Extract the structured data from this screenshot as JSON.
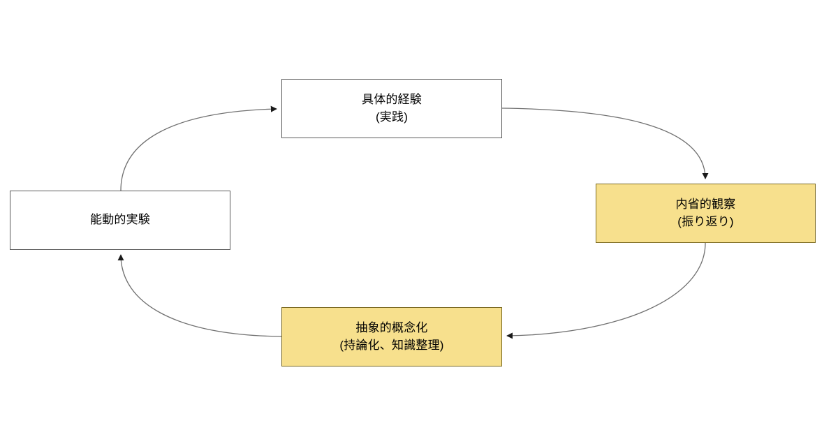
{
  "diagram": {
    "type": "cycle",
    "background_color": "#ffffff",
    "edge_color": "#707070",
    "nodes": [
      {
        "id": "concrete-experience",
        "title": "具体的経験",
        "subtitle": "(実践)",
        "fill": "#ffffff",
        "stroke": "#5a5a5a"
      },
      {
        "id": "reflective-observation",
        "title": "内省的観察",
        "subtitle": "(振り返り)",
        "fill": "#f7e08d",
        "stroke": "#7b6a22"
      },
      {
        "id": "abstract-conceptualization",
        "title": "抽象的概念化",
        "subtitle": "(持論化、知識整理)",
        "fill": "#f7e08d",
        "stroke": "#7b6a22"
      },
      {
        "id": "active-experimentation",
        "title": "能動的実験",
        "subtitle": "",
        "fill": "#ffffff",
        "stroke": "#5a5a5a"
      }
    ],
    "edges": [
      {
        "id": "edge-active-to-concrete",
        "from": "active-experimentation",
        "to": "concrete-experience"
      },
      {
        "id": "edge-concrete-to-reflective",
        "from": "concrete-experience",
        "to": "reflective-observation"
      },
      {
        "id": "edge-reflective-to-abstract",
        "from": "reflective-observation",
        "to": "abstract-conceptualization"
      },
      {
        "id": "edge-abstract-to-active",
        "from": "abstract-conceptualization",
        "to": "active-experimentation"
      }
    ]
  }
}
